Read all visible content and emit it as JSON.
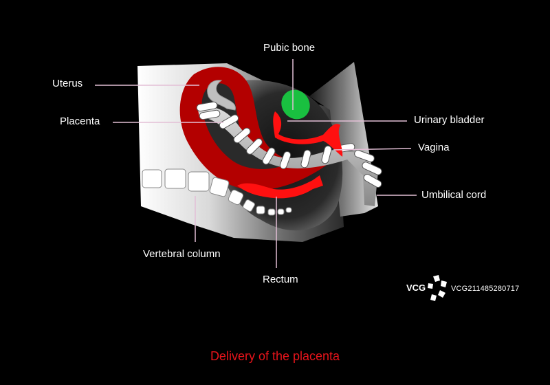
{
  "labels": {
    "pubic_bone": "Pubic bone",
    "uterus": "Uterus",
    "placenta": "Placenta",
    "urinary_bladder": "Urinary bladder",
    "vagina": "Vagina",
    "umbilical_cord": "Umbilical cord",
    "vertebral_column": "Vertebral column",
    "rectum": "Rectum"
  },
  "caption": "Delivery of the placenta",
  "watermark": {
    "logo_text": "VCG",
    "id_text": "VCG211485280717"
  },
  "colors": {
    "background": "#000000",
    "uterus": "#b30000",
    "rectum": "#ff1010",
    "pubic_bone": "#19c040",
    "caption": "#e8141b",
    "leader_line": "#e3bfd6"
  }
}
